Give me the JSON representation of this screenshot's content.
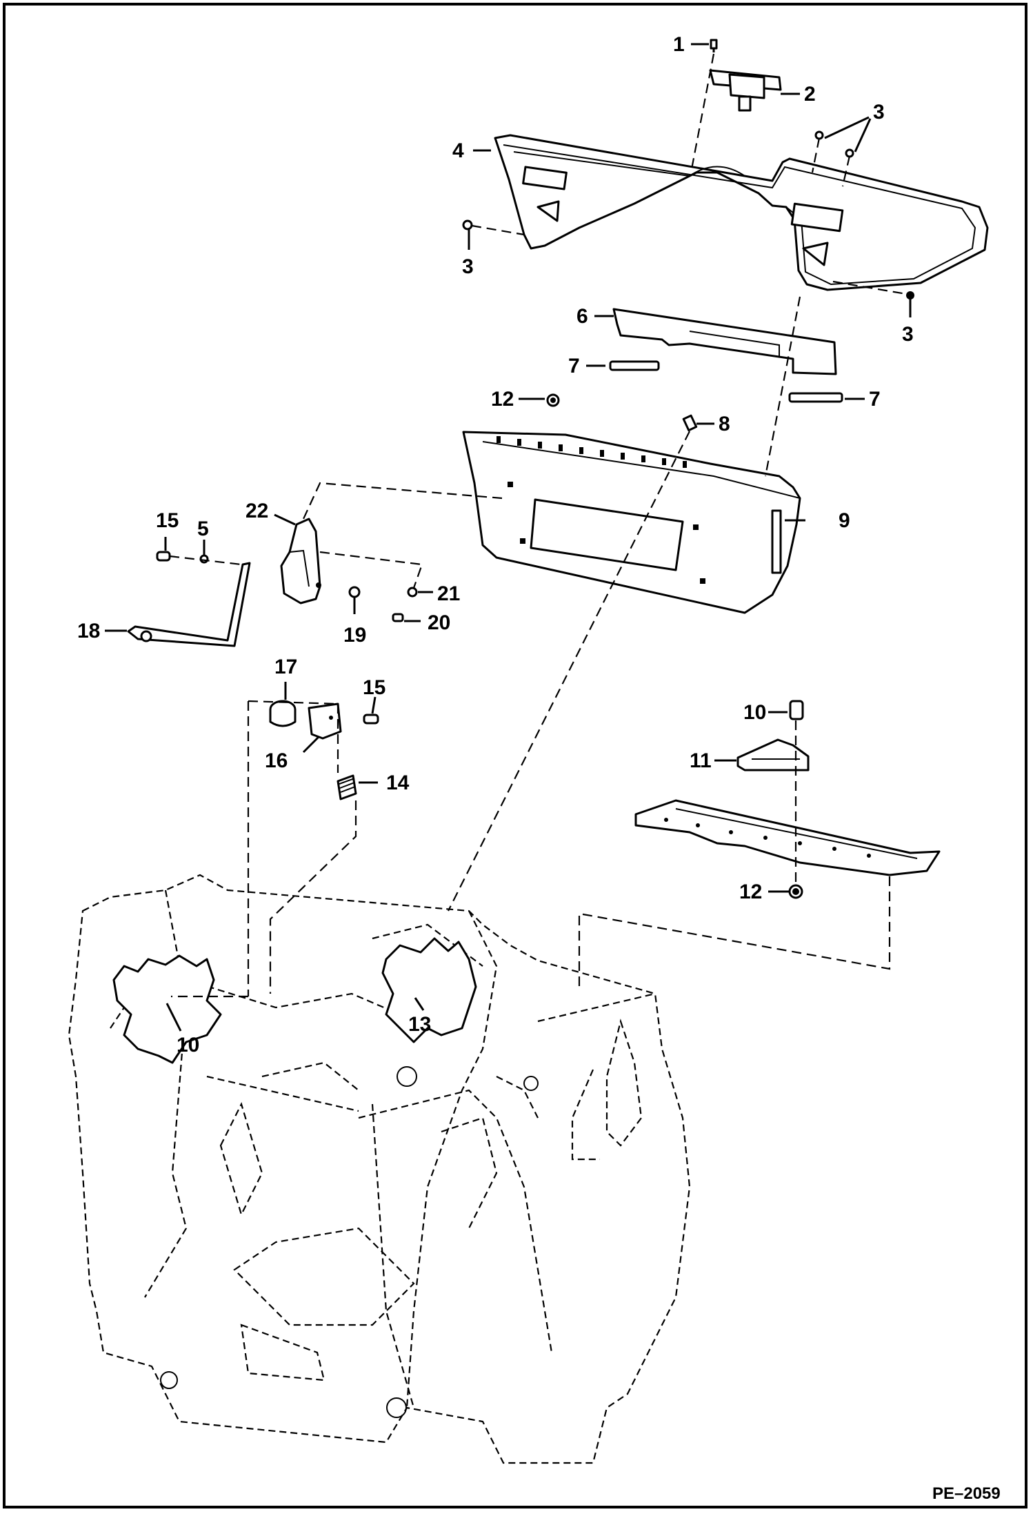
{
  "diagram": {
    "reference_code": "PE–2059",
    "callouts": {
      "c1": "1",
      "c2": "2",
      "c3a": "3",
      "c3b": "3",
      "c3c": "3",
      "c4": "4",
      "c6": "6",
      "c7a": "7",
      "c7b": "7",
      "c8": "8",
      "c9": "9",
      "c12a": "12",
      "c12b": "12",
      "c5": "5",
      "c15a": "15",
      "c15b": "15",
      "c22": "22",
      "c19": "19",
      "c20": "20",
      "c21": "21",
      "c18": "18",
      "c17": "17",
      "c16": "16",
      "c14": "14",
      "c10a": "10",
      "c10b": "10",
      "c11": "11",
      "c13": "13"
    }
  }
}
